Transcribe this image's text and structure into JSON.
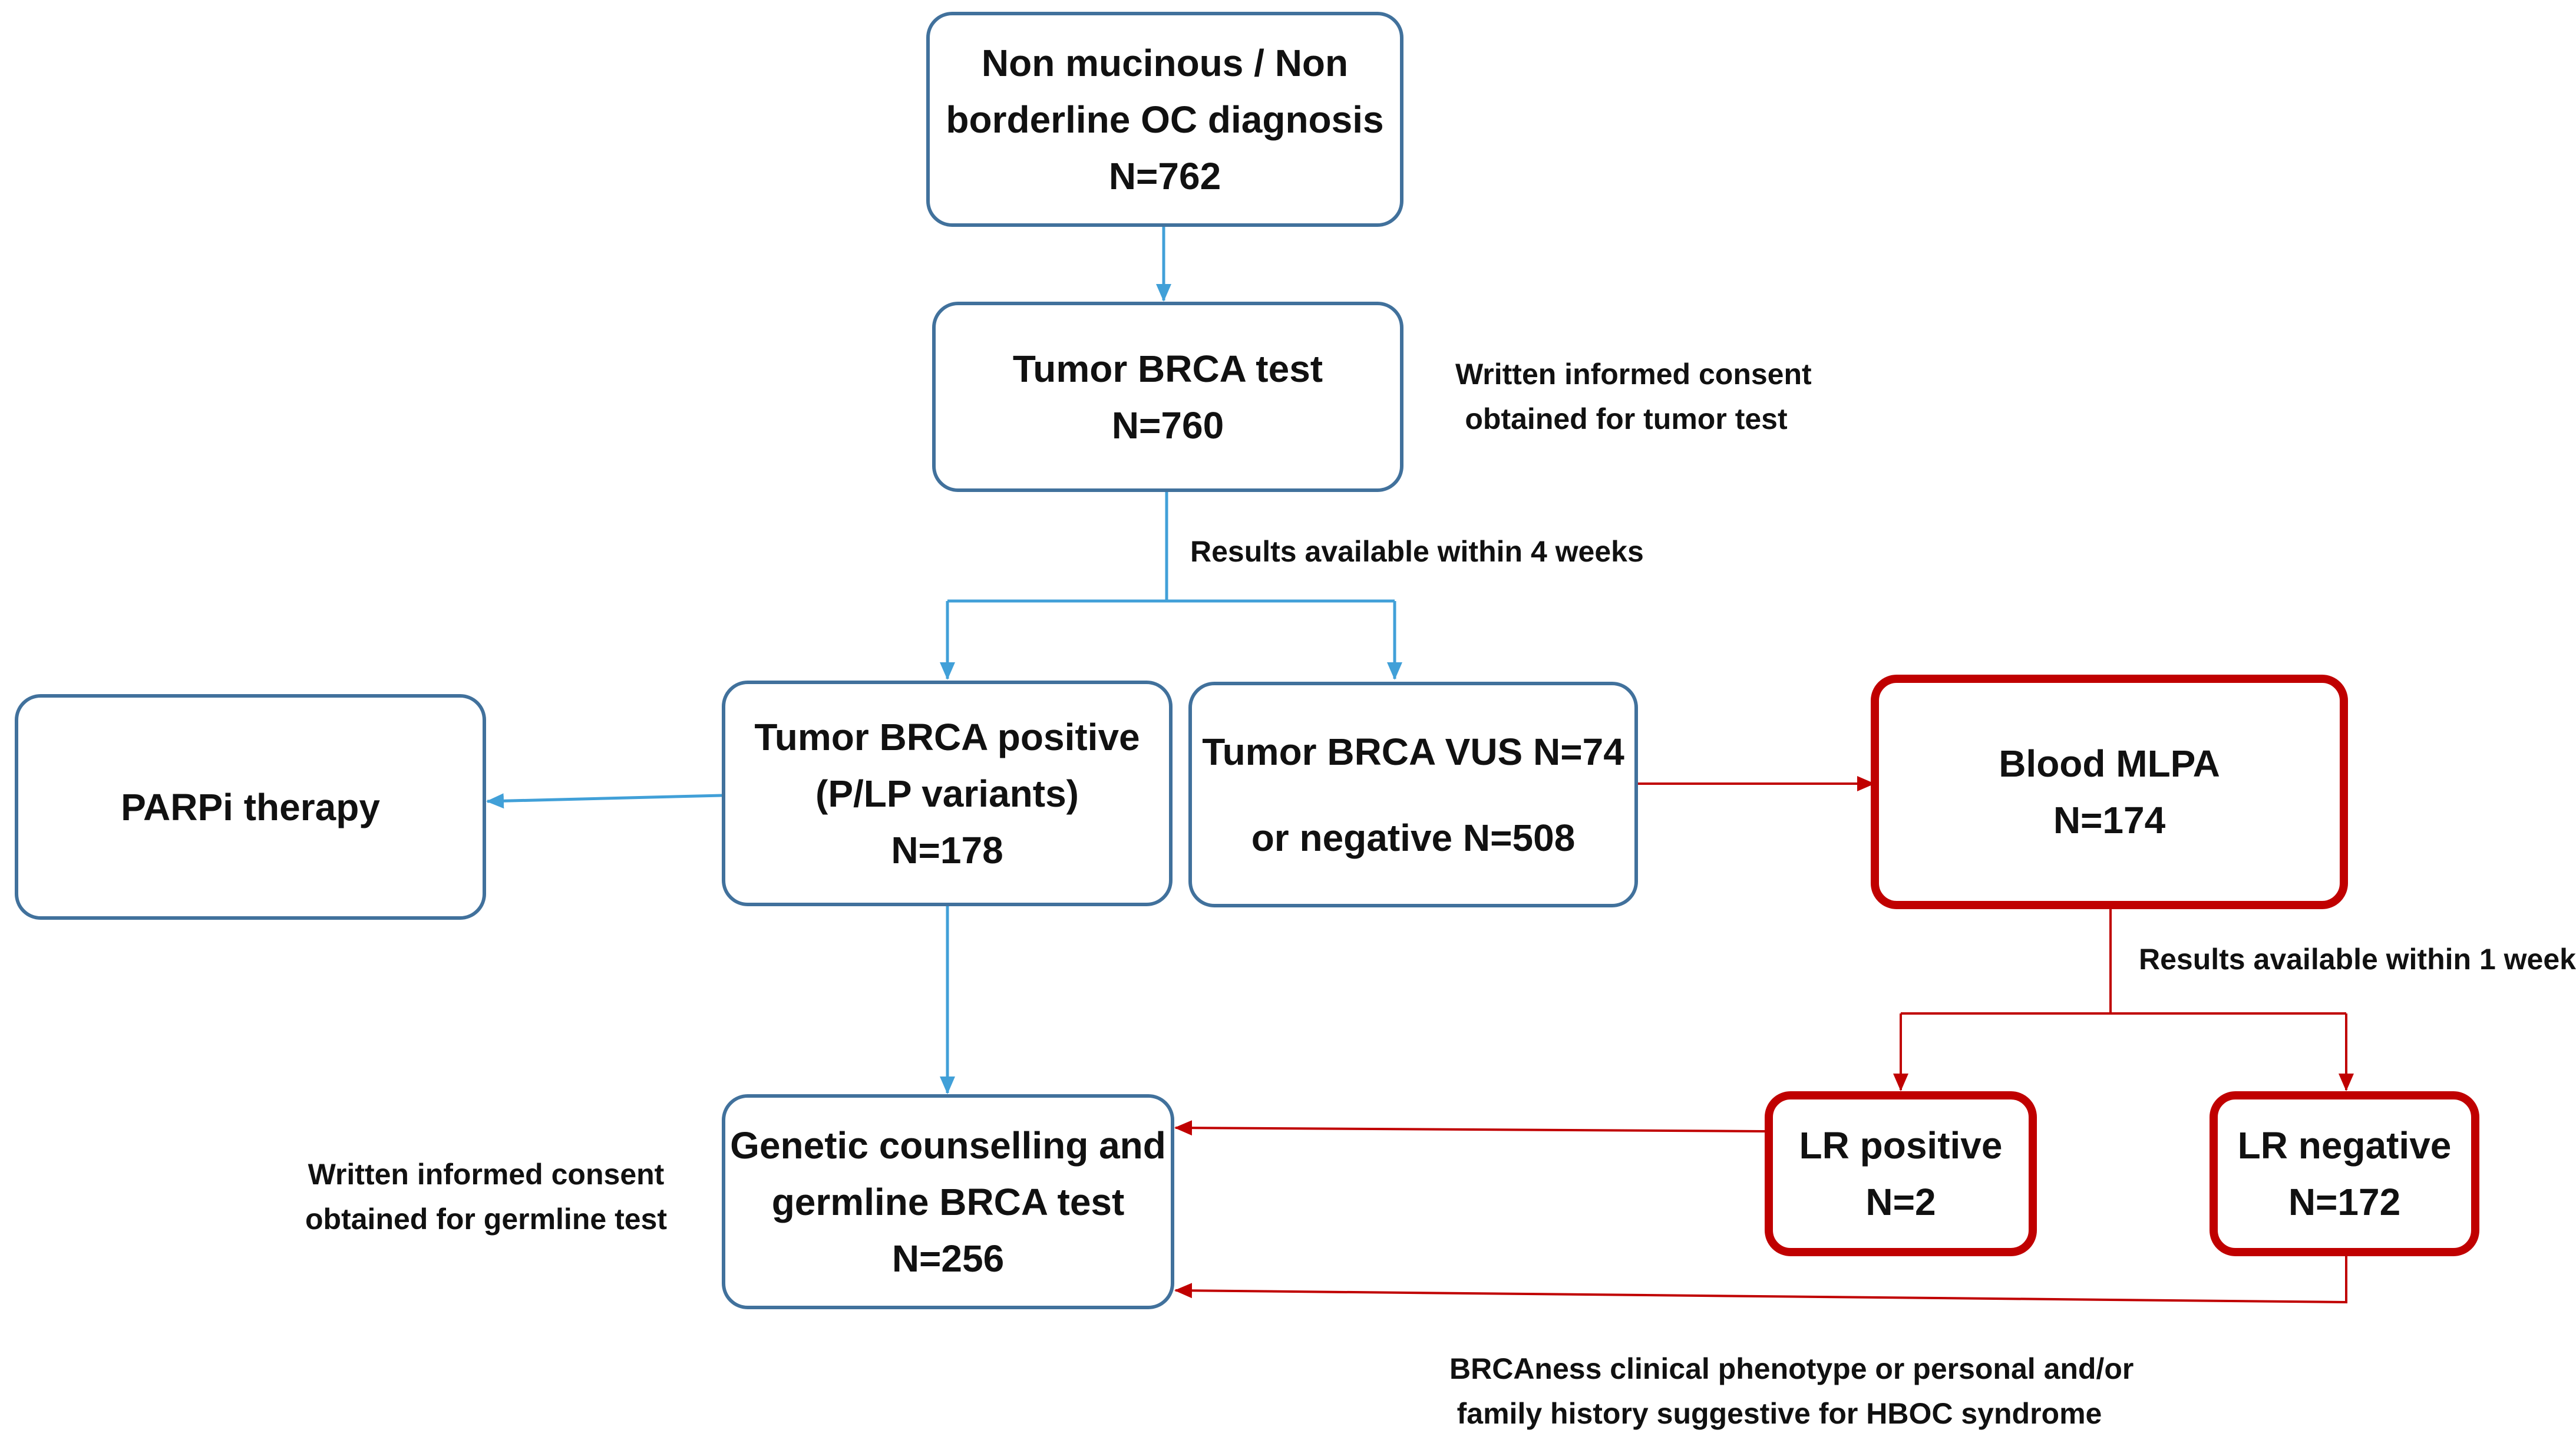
{
  "colors": {
    "blue_line": "#41a0d8",
    "blue_border": "#41719c",
    "red": "#c00000"
  },
  "nodes": {
    "diagnosis": {
      "line1": "Non mucinous / Non",
      "line2": "borderline OC diagnosis",
      "line3": "N=762"
    },
    "tumor_test": {
      "line1": "Tumor BRCA test",
      "line2": "N=760"
    },
    "parpi": {
      "line1": "PARPi therapy"
    },
    "positive": {
      "line1": "Tumor BRCA positive",
      "line2": "(P/LP variants)",
      "line3": "N=178"
    },
    "vus": {
      "line1": "Tumor BRCA VUS  N=74",
      "line2": "or negative N=508"
    },
    "mlpa": {
      "line1": "Blood MLPA",
      "line2": "N=174"
    },
    "genetic": {
      "line1": "Genetic counselling and",
      "line2": "germline BRCA test",
      "line3": "N=256"
    },
    "lr_positive": {
      "line1": "LR positive",
      "line2": "N=2"
    },
    "lr_negative": {
      "line1": "LR negative",
      "line2": "N=172"
    }
  },
  "notes": {
    "consent_tumor": {
      "line1": "Written informed consent",
      "line2": "obtained for tumor test"
    },
    "results_4w": {
      "line1": "Results available within 4 weeks"
    },
    "results_1w": {
      "line1": "Results available within 1 week"
    },
    "consent_germline": {
      "line1": "Written informed consent",
      "line2": "obtained for germline test"
    },
    "brcaness": {
      "line1": "BRCAness clinical phenotype or personal and/or",
      "line2": "family history suggestive for HBOC syndrome"
    }
  }
}
